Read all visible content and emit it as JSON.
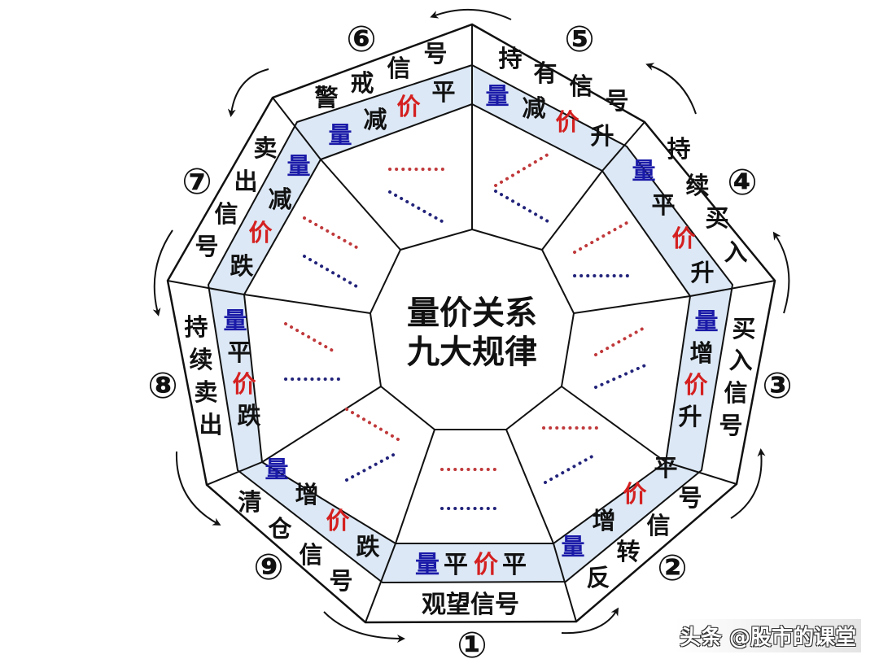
{
  "title": {
    "line1": "量价关系",
    "line2": "九大规律"
  },
  "colors": {
    "band_fill": "#dce8f5",
    "outline": "#111111",
    "volume_blue": "#1a1aa8",
    "price_red": "#d42020",
    "text_black": "#111111",
    "dot_red": "#c0393b",
    "dot_blue": "#22237a"
  },
  "rules": [
    {
      "number": "①",
      "signal": "观望信号",
      "volume": "量",
      "vol_state": "平",
      "price": "价",
      "price_state": "平",
      "pattern": "volume-flat-price-flat"
    },
    {
      "number": "②",
      "signal": "反转信号",
      "volume": "量",
      "vol_state": "增",
      "price": "价",
      "price_state": "平",
      "pattern": "volume-up-price-flat"
    },
    {
      "number": "③",
      "signal": "买入信号",
      "volume": "量",
      "vol_state": "增",
      "price": "价",
      "price_state": "升",
      "pattern": "volume-up-price-up"
    },
    {
      "number": "④",
      "signal": "持续买入",
      "volume": "量",
      "vol_state": "平",
      "price": "价",
      "price_state": "升",
      "pattern": "volume-flat-price-up"
    },
    {
      "number": "⑤",
      "signal": "持有信号",
      "volume": "量",
      "vol_state": "减",
      "price": "价",
      "price_state": "升",
      "pattern": "volume-down-price-up"
    },
    {
      "number": "⑥",
      "signal": "警戒信号",
      "volume": "量",
      "vol_state": "减",
      "price": "价",
      "price_state": "平",
      "pattern": "volume-down-price-flat"
    },
    {
      "number": "⑦",
      "signal": "卖出信号",
      "volume": "量",
      "vol_state": "减",
      "price": "价",
      "price_state": "跌",
      "pattern": "volume-down-price-down"
    },
    {
      "number": "⑧",
      "signal": "持续卖出",
      "volume": "量",
      "vol_state": "平",
      "price": "价",
      "price_state": "跌",
      "pattern": "volume-flat-price-down"
    },
    {
      "number": "⑨",
      "signal": "清仓信号",
      "volume": "量",
      "vol_state": "增",
      "price": "价",
      "price_state": "跌",
      "pattern": "volume-up-price-down"
    }
  ],
  "watermark": "头条 @股市的课堂"
}
